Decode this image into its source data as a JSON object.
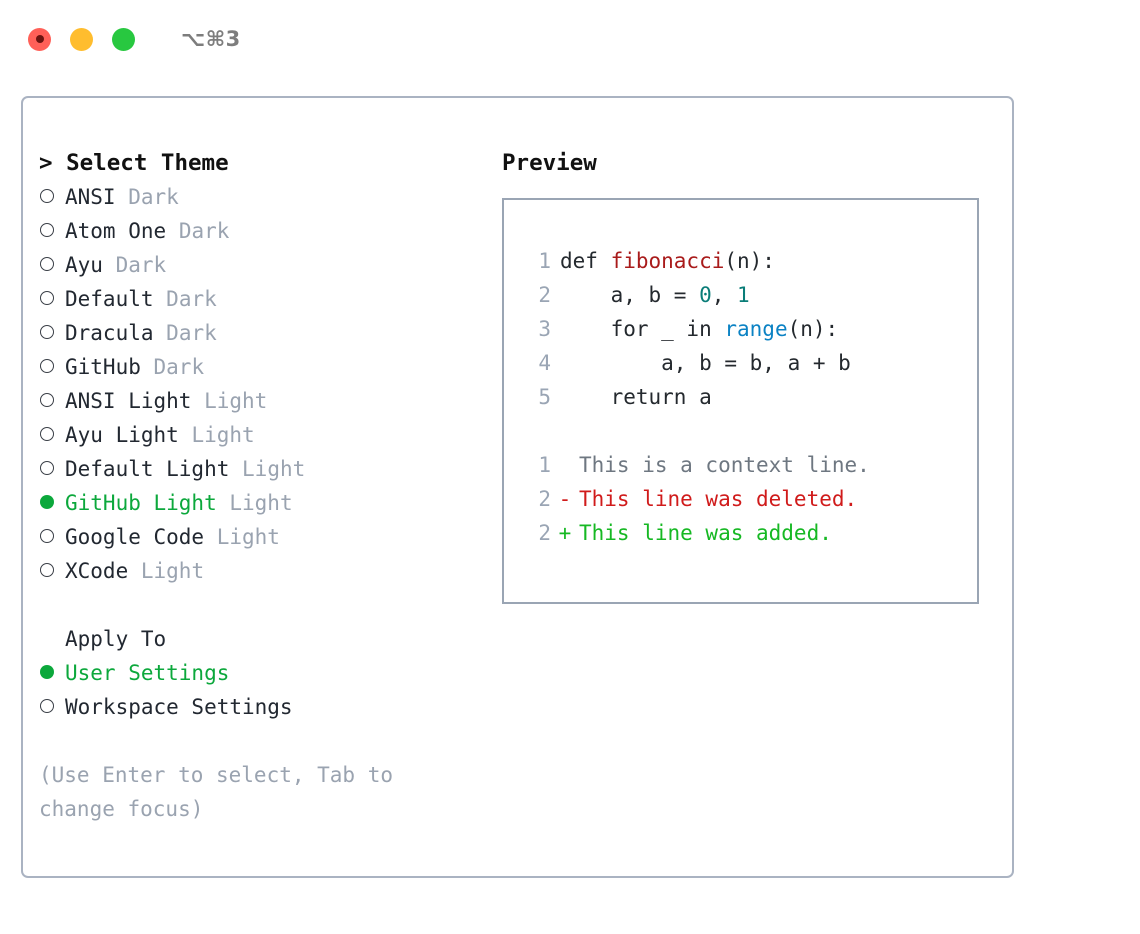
{
  "titlebar": {
    "shortcut": "⌥⌘3",
    "lights": [
      {
        "name": "close",
        "color": "#ff6058"
      },
      {
        "name": "minimize",
        "color": "#ffbd2e"
      },
      {
        "name": "maximize",
        "color": "#28c840"
      }
    ]
  },
  "theme_picker": {
    "header": "> Select Theme",
    "items": [
      {
        "label": "ANSI",
        "suffix": "Dark",
        "selected": false
      },
      {
        "label": "Atom One",
        "suffix": "Dark",
        "selected": false
      },
      {
        "label": "Ayu",
        "suffix": "Dark",
        "selected": false
      },
      {
        "label": "Default",
        "suffix": "Dark",
        "selected": false
      },
      {
        "label": "Dracula",
        "suffix": "Dark",
        "selected": false
      },
      {
        "label": "GitHub",
        "suffix": "Dark",
        "selected": false
      },
      {
        "label": "ANSI Light",
        "suffix": "Light",
        "selected": false
      },
      {
        "label": "Ayu Light",
        "suffix": "Light",
        "selected": false
      },
      {
        "label": "Default Light",
        "suffix": "Light",
        "selected": false
      },
      {
        "label": "GitHub Light",
        "suffix": "Light",
        "selected": true
      },
      {
        "label": "Google Code",
        "suffix": "Light",
        "selected": false
      },
      {
        "label": "XCode",
        "suffix": "Light",
        "selected": false
      }
    ]
  },
  "apply_to": {
    "header": "Apply To",
    "items": [
      {
        "label": "User Settings",
        "selected": true
      },
      {
        "label": "Workspace Settings",
        "selected": false
      }
    ]
  },
  "hint": "(Use Enter to select, Tab to change focus)",
  "preview": {
    "header": "Preview",
    "code_lines": [
      {
        "no": "1",
        "parts": [
          {
            "t": "def ",
            "k": "plain"
          },
          {
            "t": "fibonacci",
            "k": "fn"
          },
          {
            "t": "(n):",
            "k": "plain"
          }
        ]
      },
      {
        "no": "2",
        "parts": [
          {
            "t": "    a, b = ",
            "k": "plain"
          },
          {
            "t": "0",
            "k": "num"
          },
          {
            "t": ", ",
            "k": "plain"
          },
          {
            "t": "1",
            "k": "num"
          }
        ]
      },
      {
        "no": "3",
        "parts": [
          {
            "t": "    for _ in ",
            "k": "plain"
          },
          {
            "t": "range",
            "k": "call"
          },
          {
            "t": "(n):",
            "k": "plain"
          }
        ]
      },
      {
        "no": "4",
        "parts": [
          {
            "t": "        a, b = b, a + b",
            "k": "plain"
          }
        ]
      },
      {
        "no": "5",
        "parts": [
          {
            "t": "    return a",
            "k": "plain"
          }
        ]
      }
    ],
    "diff_lines": [
      {
        "no": "1",
        "sign": " ",
        "text": "This is a context line.",
        "kind": "context"
      },
      {
        "no": "2",
        "sign": "-",
        "text": "This line was deleted.",
        "kind": "del"
      },
      {
        "no": "2",
        "sign": "+",
        "text": "This line was added.",
        "kind": "add"
      }
    ]
  },
  "colors": {
    "accent_green": "#0ca83c",
    "muted": "#9aa3b0",
    "code_fn": "#a91b1b",
    "code_num": "#0a7d78",
    "code_call": "#0b82c4",
    "diff_add": "#16b823",
    "diff_del": "#d01b1b",
    "panel_border": "#aab3c2"
  }
}
